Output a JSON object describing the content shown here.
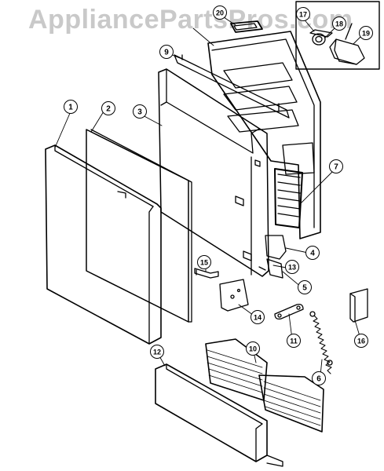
{
  "watermark": "AppliancePartsPros.com",
  "callouts": [
    {
      "id": "c1",
      "label": "1"
    },
    {
      "id": "c2",
      "label": "2"
    },
    {
      "id": "c3",
      "label": "3"
    },
    {
      "id": "c4",
      "label": "4"
    },
    {
      "id": "c5",
      "label": "5"
    },
    {
      "id": "c6",
      "label": "6"
    },
    {
      "id": "c7",
      "label": "7"
    },
    {
      "id": "c9",
      "label": "9"
    },
    {
      "id": "c10",
      "label": "10"
    },
    {
      "id": "c11",
      "label": "11"
    },
    {
      "id": "c12",
      "label": "12"
    },
    {
      "id": "c13",
      "label": "13"
    },
    {
      "id": "c14",
      "label": "14"
    },
    {
      "id": "c15",
      "label": "15"
    },
    {
      "id": "c16",
      "label": "16"
    },
    {
      "id": "c17",
      "label": "17"
    },
    {
      "id": "c18",
      "label": "18"
    },
    {
      "id": "c19",
      "label": "19"
    },
    {
      "id": "c20",
      "label": "20"
    }
  ]
}
